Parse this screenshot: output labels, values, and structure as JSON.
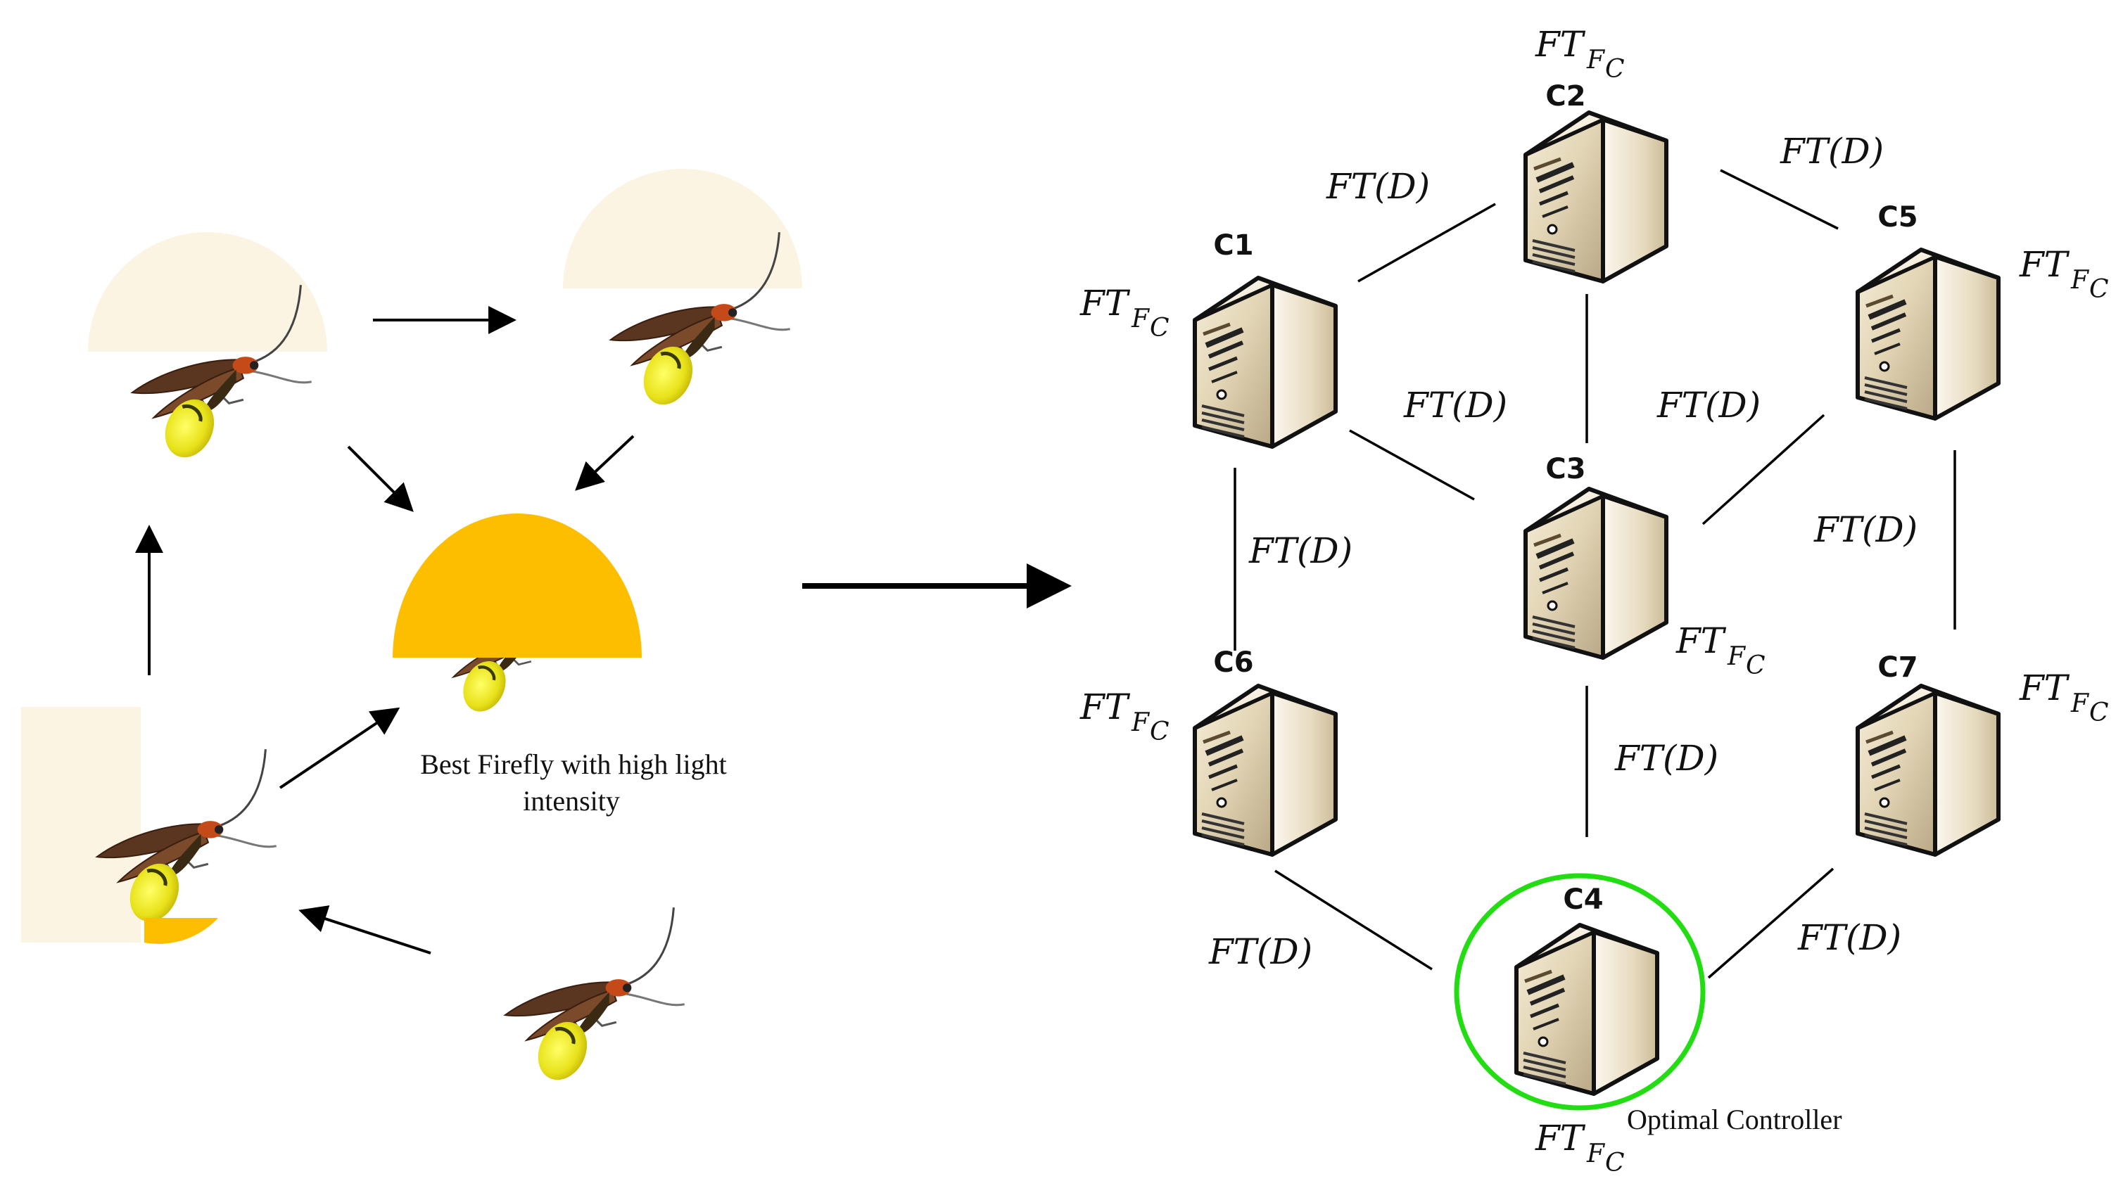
{
  "left_panel": {
    "best_firefly_caption_line1": "Best Firefly with high light",
    "best_firefly_caption_line2": "intensity",
    "firefly_icon": "firefly-icon",
    "glow_icon": "light-glow-icon",
    "accent_glow": "#FDBE00"
  },
  "controllers": [
    {
      "id": "c1",
      "label": "C1"
    },
    {
      "id": "c2",
      "label": "C2"
    },
    {
      "id": "c3",
      "label": "C3"
    },
    {
      "id": "c4",
      "label": "C4"
    },
    {
      "id": "c5",
      "label": "C5"
    },
    {
      "id": "c6",
      "label": "C6"
    },
    {
      "id": "c7",
      "label": "C7"
    }
  ],
  "links": [
    {
      "from": "C1",
      "to": "C2"
    },
    {
      "from": "C2",
      "to": "C5"
    },
    {
      "from": "C1",
      "to": "C3"
    },
    {
      "from": "C2",
      "to": "C3"
    },
    {
      "from": "C3",
      "to": "C5"
    },
    {
      "from": "C1",
      "to": "C6"
    },
    {
      "from": "C5",
      "to": "C7"
    },
    {
      "from": "C3",
      "to": "C4"
    },
    {
      "from": "C6",
      "to": "C4"
    },
    {
      "from": "C7",
      "to": "C4"
    }
  ],
  "math": {
    "ft": "FT",
    "sub_f": "F",
    "sub_c": "C",
    "ft_d": "FT(D)"
  },
  "optimal": {
    "caption": "Optimal Controller",
    "highlight_color": "#22DD11"
  },
  "server_icon": "server-tower-icon"
}
